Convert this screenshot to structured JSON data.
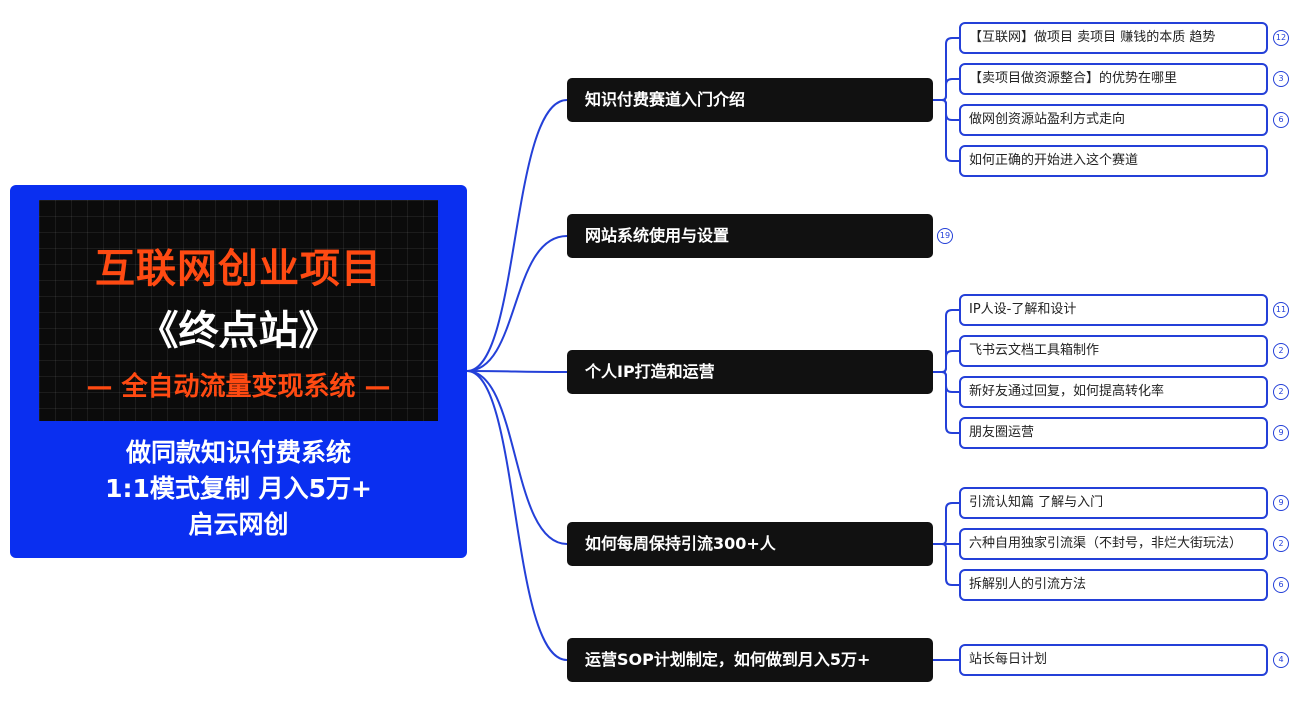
{
  "root": {
    "cover_title": "互联网创业项目",
    "cover_name": "《终点站》",
    "cover_subtitle": "— 全自动流量变现系统 —",
    "description": [
      "做同款知识付费系统",
      "1:1模式复制 月入5万+",
      "启云网创"
    ]
  },
  "branches": [
    {
      "label": "知识付费赛道入门介绍",
      "leaves": [
        {
          "label": "【互联网】做项目 卖项目 赚钱的本质 趋势",
          "count": "12"
        },
        {
          "label": "【卖项目做资源整合】的优势在哪里",
          "count": "3"
        },
        {
          "label": "做网创资源站盈利方式走向",
          "count": "6"
        },
        {
          "label": "如何正确的开始进入这个赛道",
          "count": ""
        }
      ]
    },
    {
      "label": "网站系统使用与设置",
      "count": "19",
      "leaves": []
    },
    {
      "label": "个人IP打造和运营",
      "leaves": [
        {
          "label": "IP人设-了解和设计",
          "count": "11"
        },
        {
          "label": "飞书云文档工具箱制作",
          "count": "2"
        },
        {
          "label": "新好友通过回复，如何提高转化率",
          "count": "2"
        },
        {
          "label": "朋友圈运营",
          "count": "9"
        }
      ]
    },
    {
      "label": "如何每周保持引流300+人",
      "leaves": [
        {
          "label": "引流认知篇  了解与入门",
          "count": "9"
        },
        {
          "label": "六种自用独家引流渠（不封号，非烂大街玩法）",
          "count": "2"
        },
        {
          "label": "拆解别人的引流方法",
          "count": "6"
        }
      ]
    },
    {
      "label": "运营SOP计划制定，如何做到月入5万+",
      "leaves": [
        {
          "label": "站长每日计划",
          "count": "4"
        }
      ]
    }
  ],
  "colors": {
    "accent": "#0a2ff0",
    "connector": "#2440d8",
    "branch_bg": "#111111",
    "cover_text": "#ff4a12"
  }
}
